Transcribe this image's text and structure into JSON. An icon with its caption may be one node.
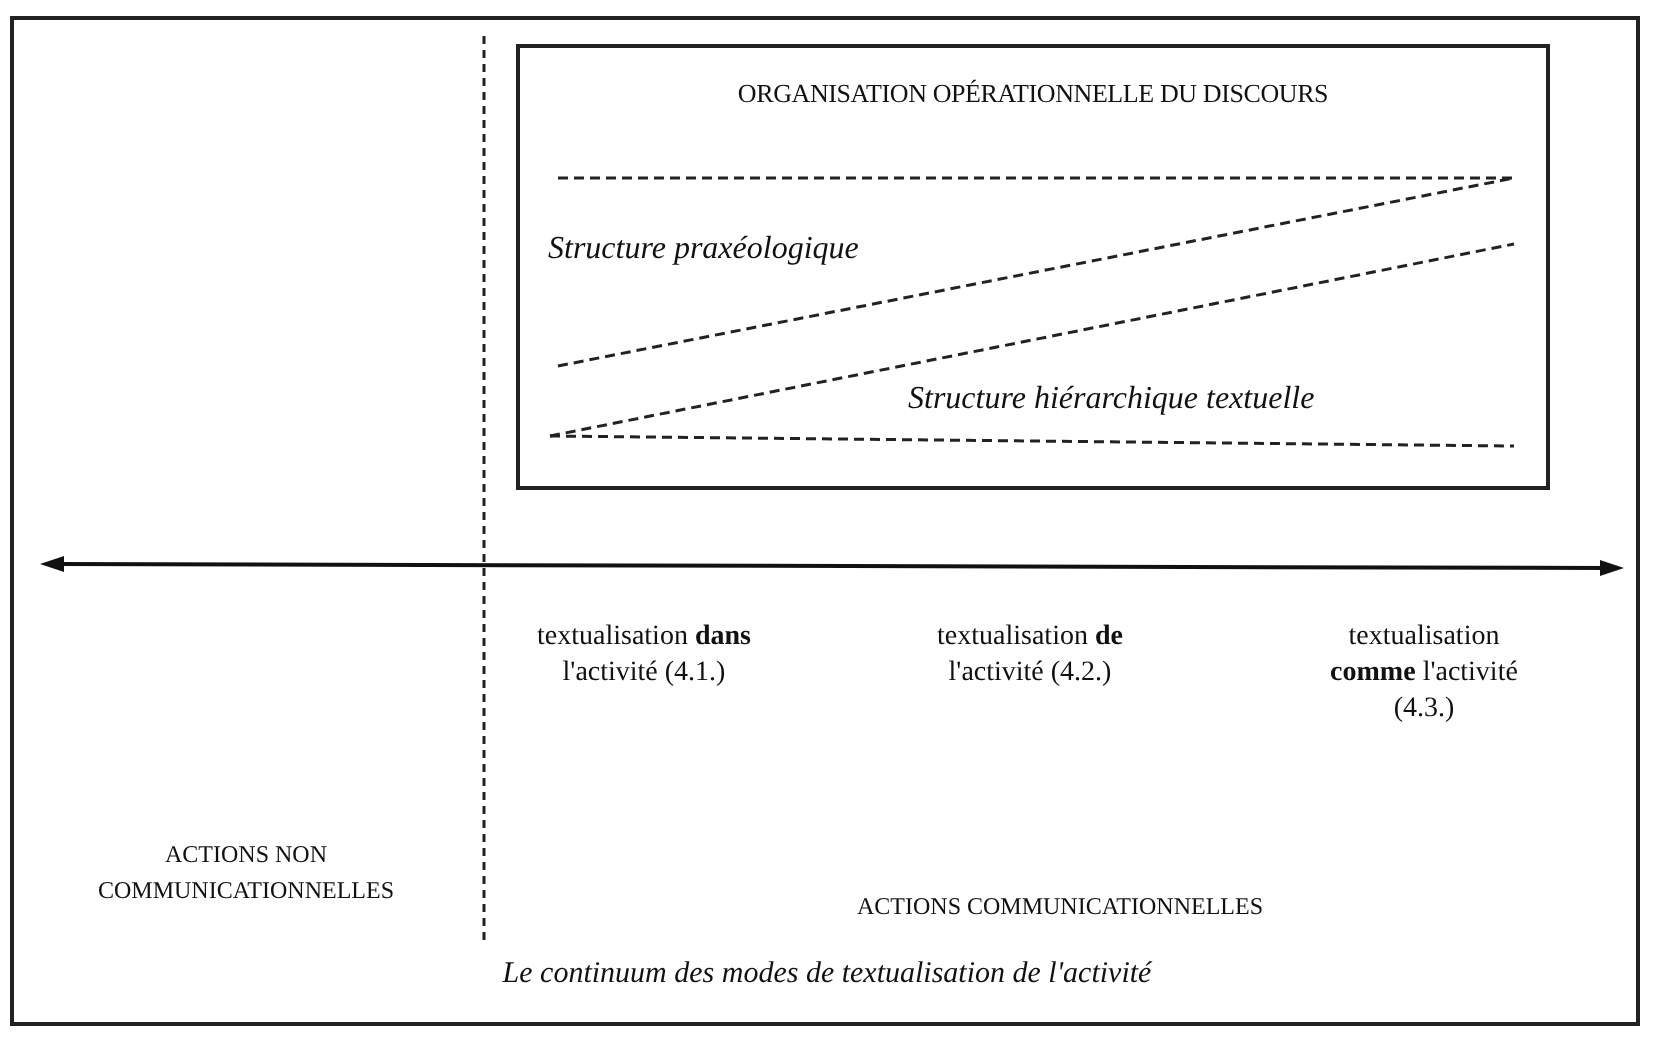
{
  "diagram": {
    "nodes": [
      {
        "text": [
          "ORGANISATION OPÉRATIONNELLE DU DISCOURS",
          "Structure praxéologique",
          "Structure hiérarchique textuelle"
        ]
      }
    ],
    "labels": [
      "textualisation **dans** l'activité (4.1.)",
      "textualisation **de** l'activité (4.2.)",
      "textualisation **comme** l'activité (4.3.)",
      "ACTIONS NON COMMUNICATIONNELLES",
      "ACTIONS COMMUNICATIONNELLES"
    ],
    "caption": "Le continuum des modes de textualisation de l'activité"
  }
}
